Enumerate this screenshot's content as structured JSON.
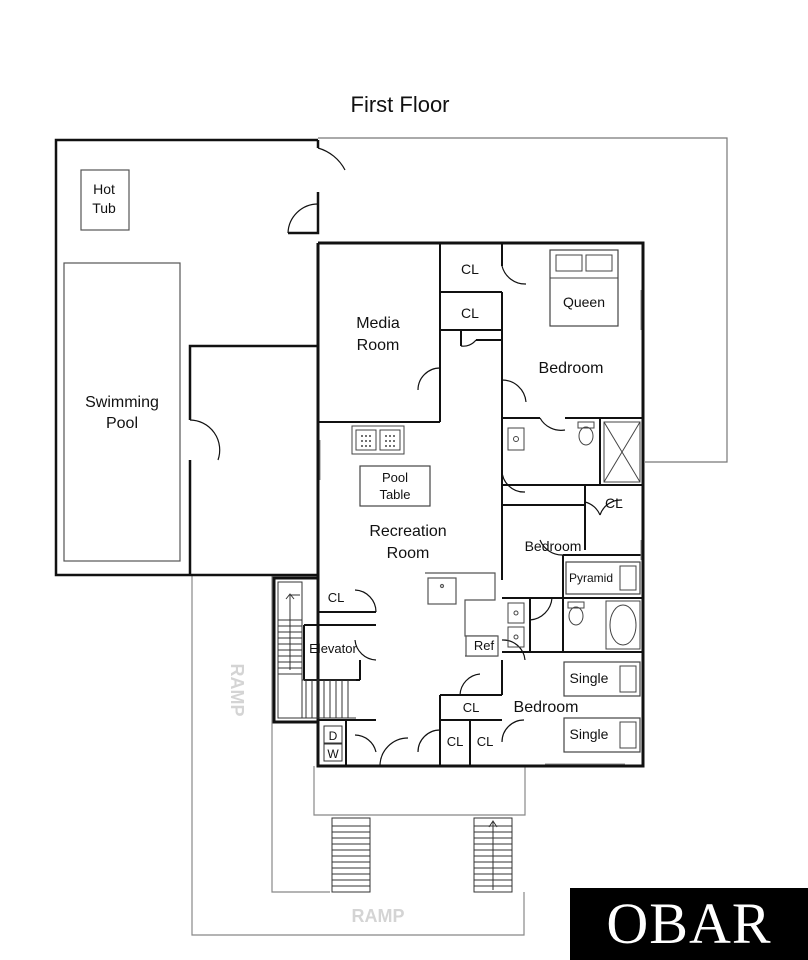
{
  "title": "First Floor",
  "labels": {
    "hot_tub_1": "Hot",
    "hot_tub_2": "Tub",
    "swimming_pool_1": "Swimming",
    "swimming_pool_2": "Pool",
    "media_room_1": "Media",
    "media_room_2": "Room",
    "cl": "CL",
    "queen": "Queen",
    "bedroom": "Bedroom",
    "pool_table_1": "Pool",
    "pool_table_2": "Table",
    "recreation_room_1": "Recreation",
    "recreation_room_2": "Room",
    "pyramid": "Pyramid",
    "elevator": "Elevator",
    "ref": "Ref",
    "single": "Single",
    "dryer": "D",
    "washer": "W",
    "ramp": "RAMP"
  },
  "logo": "OBAR"
}
